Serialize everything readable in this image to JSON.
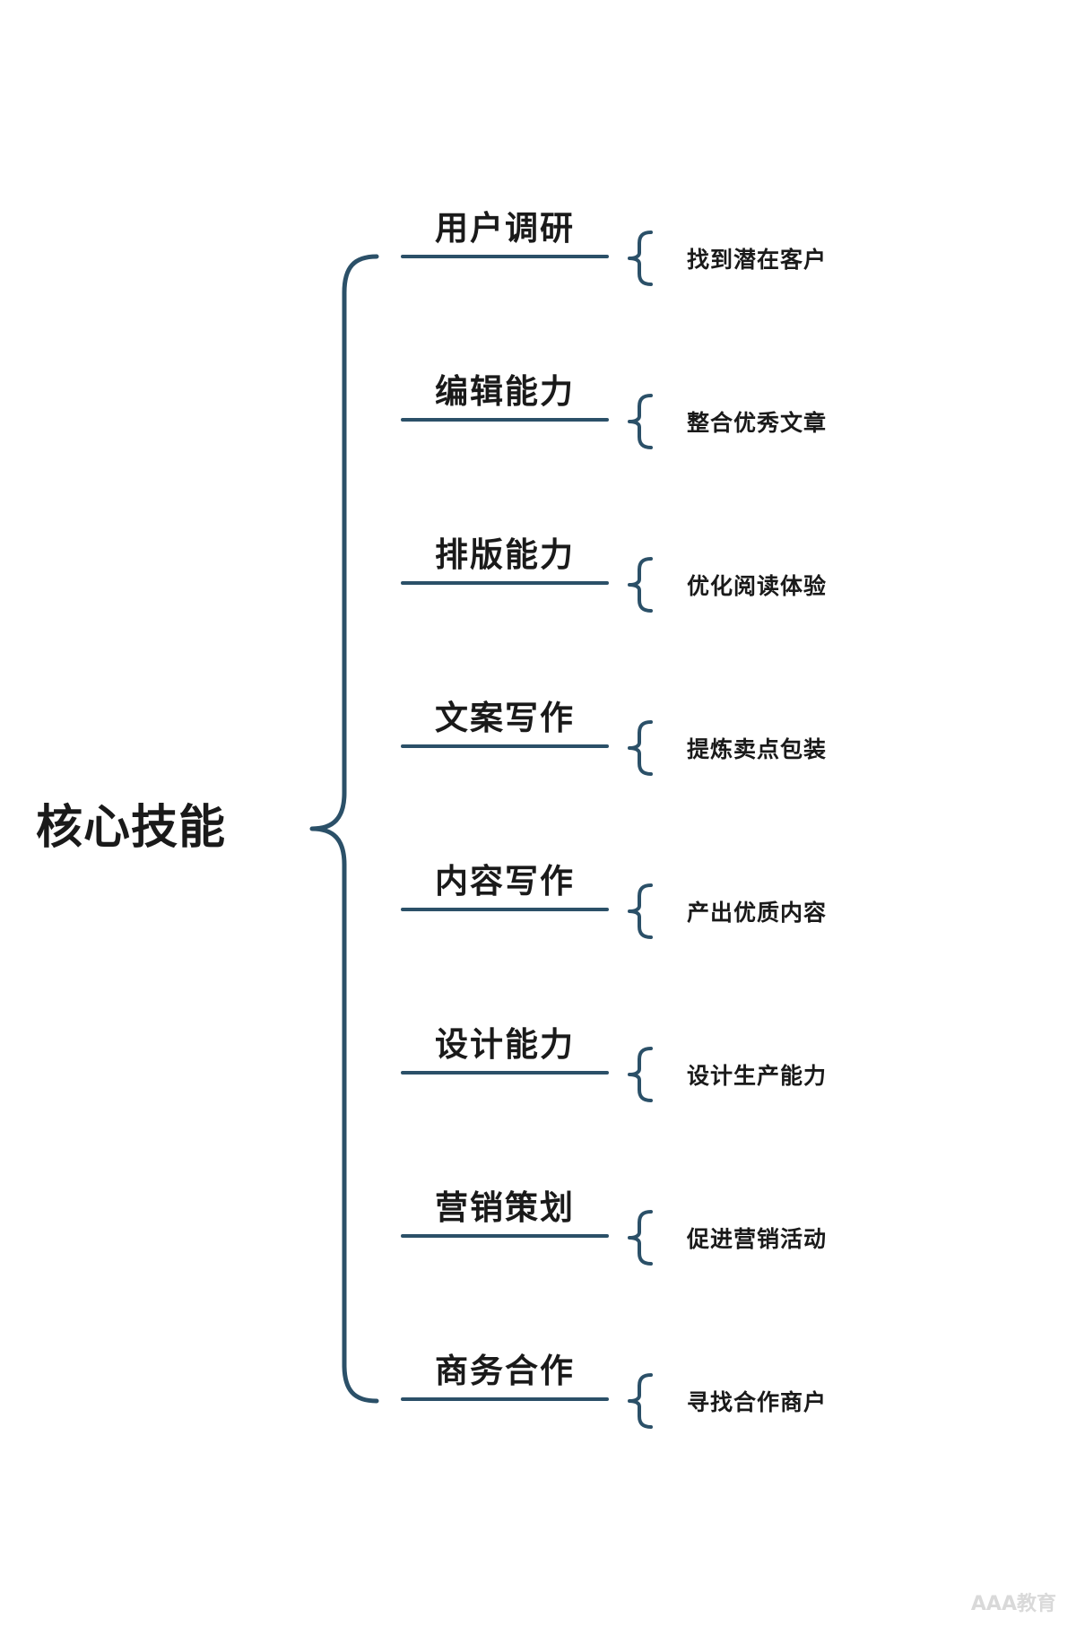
{
  "colors": {
    "line": "#2b5068",
    "text": "#1a1a1a",
    "background": "#ffffff"
  },
  "root": {
    "label": "核心技能"
  },
  "branches": [
    {
      "skill": "用户调研",
      "detail": "找到潜在客户"
    },
    {
      "skill": "编辑能力",
      "detail": "整合优秀文章"
    },
    {
      "skill": "排版能力",
      "detail": "优化阅读体验"
    },
    {
      "skill": "文案写作",
      "detail": "提炼卖点包装"
    },
    {
      "skill": "内容写作",
      "detail": "产出优质内容"
    },
    {
      "skill": "设计能力",
      "detail": "设计生产能力"
    },
    {
      "skill": "营销策划",
      "detail": "促进营销活动"
    },
    {
      "skill": "商务合作",
      "detail": "寻找合作商户"
    }
  ],
  "watermark": {
    "text": "AAA教育"
  }
}
